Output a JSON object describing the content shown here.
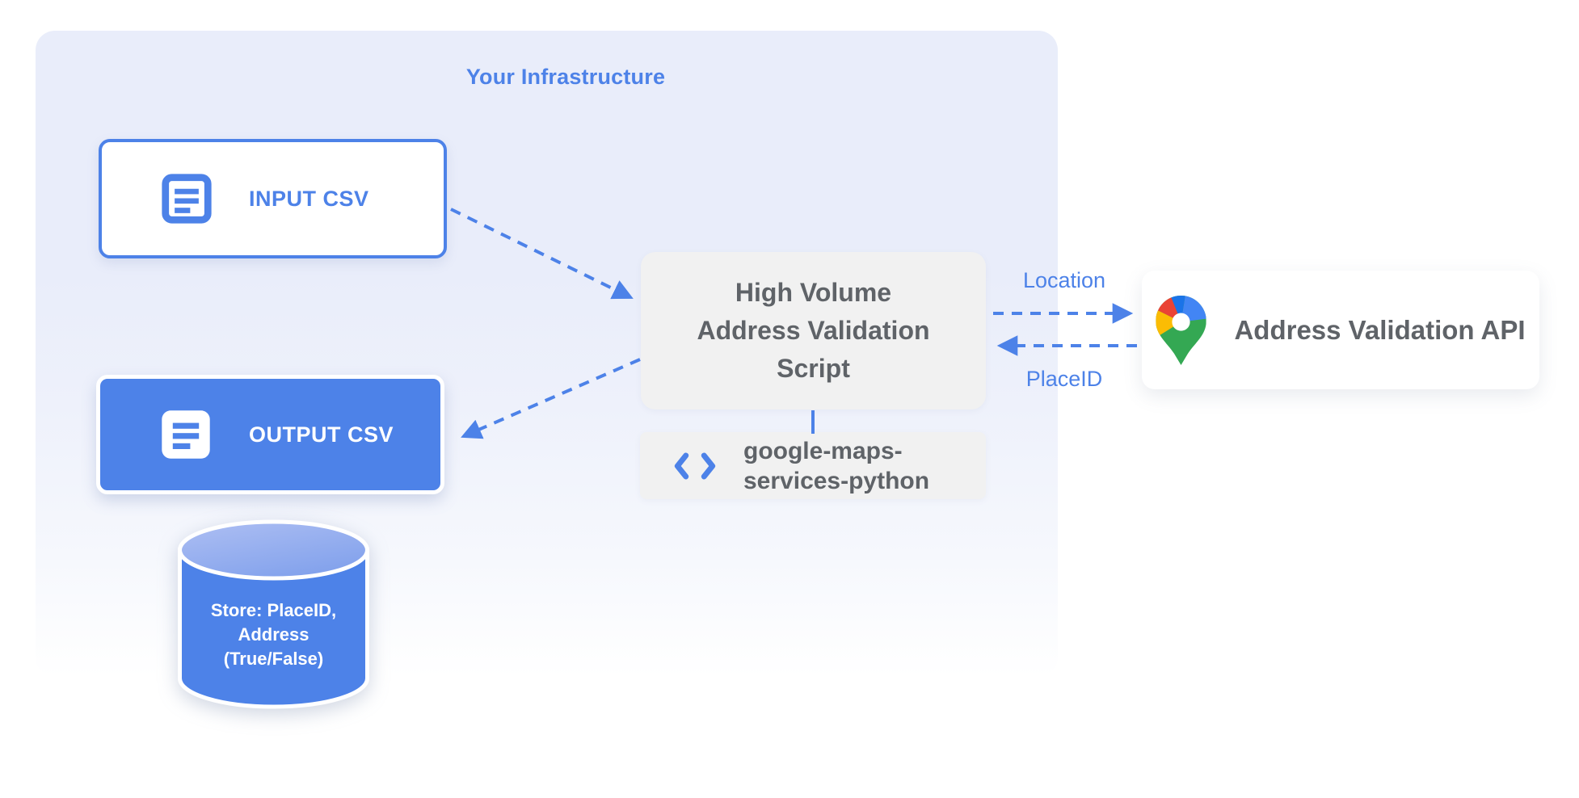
{
  "infrastructure": {
    "title": "Your Infrastructure"
  },
  "nodes": {
    "input_csv": {
      "label": "INPUT CSV",
      "icon": "document-lines-icon"
    },
    "output_csv": {
      "label": "OUTPUT CSV",
      "icon": "document-lines-icon"
    },
    "script": {
      "lines": [
        "High Volume",
        "Address Validation",
        "Script"
      ]
    },
    "library": {
      "lines": [
        "google-maps-",
        "services-python"
      ],
      "icon": "code-brackets-icon"
    },
    "api": {
      "label": "Address Validation API",
      "icon": "google-maps-pin-icon"
    },
    "datastore": {
      "lines": [
        "Store: PlaceID,",
        "Address",
        "(True/False)"
      ]
    }
  },
  "edges": {
    "input_to_script": {
      "style": "dashed-arrow"
    },
    "script_to_output": {
      "style": "dashed-arrow"
    },
    "script_to_api": {
      "label": "Location",
      "style": "dashed-arrow"
    },
    "api_to_script": {
      "label": "PlaceID",
      "style": "dashed-arrow"
    },
    "script_to_library": {
      "style": "solid-line"
    }
  },
  "colors": {
    "accent_blue": "#4d82e8",
    "container_bg": "#e9edfa",
    "box_gray": "#f1f1f1",
    "text_gray": "#5f6368",
    "pin_red": "#EA4335",
    "pin_blue": "#4285F4",
    "pin_dark_blue": "#1A73E8",
    "pin_yellow": "#FBBC04",
    "pin_green": "#34A853"
  }
}
